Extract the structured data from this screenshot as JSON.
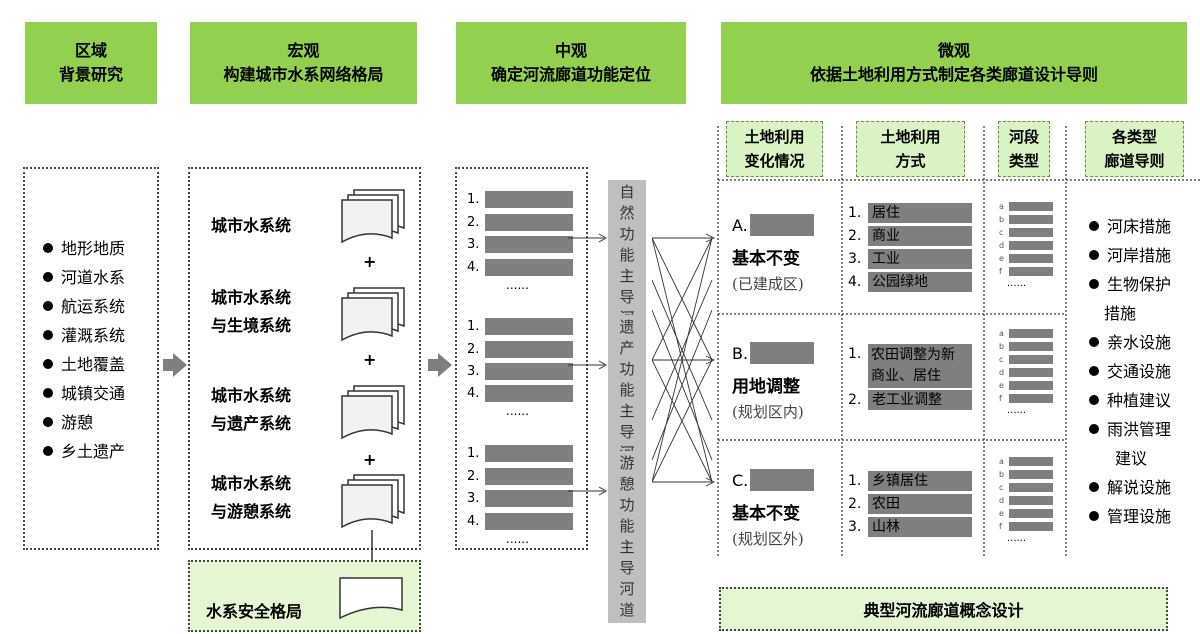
{
  "headers": [
    {
      "line1": "区域",
      "line2": "背景研究"
    },
    {
      "line1": "宏观",
      "line2": "构建城市水系网络格局"
    },
    {
      "line1": "中观",
      "line2": "确定河流廊道功能定位"
    },
    {
      "line1": "微观",
      "line2": "依据土地利用方式制定各类廊道设计导则"
    }
  ],
  "regional_items": [
    "地形地质",
    "河道水系",
    "航运系统",
    "灌溉系统",
    "土地覆盖",
    "城镇交通",
    "游憩",
    "乡土遗产"
  ],
  "macro_systems": [
    {
      "line1": "城市水系统",
      "line2": ""
    },
    {
      "line1": "城市水系统",
      "line2": "与生境系统"
    },
    {
      "line1": "城市水系统",
      "line2": "与遗产系统"
    },
    {
      "line1": "城市水系统",
      "line2": "与游憩系统"
    }
  ],
  "plus": "+",
  "macro_result": "水系安全格局",
  "meso_numbers": [
    "1.",
    "2.",
    "3.",
    "4."
  ],
  "ellipsis": "......",
  "meso_labels": [
    {
      "chars": [
        "自",
        "然",
        "功",
        "能",
        "主",
        "导",
        "河",
        "道"
      ]
    },
    {
      "chars": [
        "遗",
        "产",
        "功",
        "能",
        "主",
        "导",
        "河",
        "道"
      ]
    },
    {
      "chars": [
        "游",
        "憩",
        "功",
        "能",
        "主",
        "导",
        "河",
        "道"
      ]
    }
  ],
  "micro_columns": [
    {
      "line1": "土地利用",
      "line2": "变化情况"
    },
    {
      "line1": "土地利用",
      "line2": "方式"
    },
    {
      "line1": "河段",
      "line2": "类型"
    },
    {
      "line1": "各类型",
      "line2": "廊道导则"
    }
  ],
  "land_change": [
    {
      "letter": "A.",
      "title": "基本不变",
      "note": "(已建成区)"
    },
    {
      "letter": "B.",
      "title": "用地调整",
      "note": "(规划区内)"
    },
    {
      "letter": "C.",
      "title": "基本不变",
      "note": "(规划区外)"
    }
  ],
  "land_use": [
    [
      {
        "n": "1.",
        "t": "居住"
      },
      {
        "n": "2.",
        "t": "商业"
      },
      {
        "n": "3.",
        "t": "工业"
      },
      {
        "n": "4.",
        "t": "公园绿地"
      }
    ],
    [
      {
        "n": "1.",
        "t": "农田调整为新",
        "t2": "商业、居住"
      },
      {
        "n": "2.",
        "t": "老工业调整"
      }
    ],
    [
      {
        "n": "1.",
        "t": "乡镇居住"
      },
      {
        "n": "2.",
        "t": "农田"
      },
      {
        "n": "3.",
        "t": "山林"
      }
    ]
  ],
  "river_types": [
    "a",
    "b",
    "c",
    "d",
    "e",
    "f"
  ],
  "guidelines": [
    "河床措施",
    "河岸措施",
    "生物保护",
    "措施",
    "亲水设施",
    "交通设施",
    "种植建议",
    "雨洪管理",
    "建议",
    "解说设施",
    "管理设施"
  ],
  "micro_result": "典型河流廊道概念设计",
  "colors": {
    "header_green": "#92d050",
    "light_green": "#e4f6d2",
    "gray_bar": "#7f7f7f",
    "label_gray": "#bfbfbf"
  },
  "icons": [
    "document-stack-icon",
    "gray-arrow-icon",
    "bullet-dot-icon"
  ]
}
